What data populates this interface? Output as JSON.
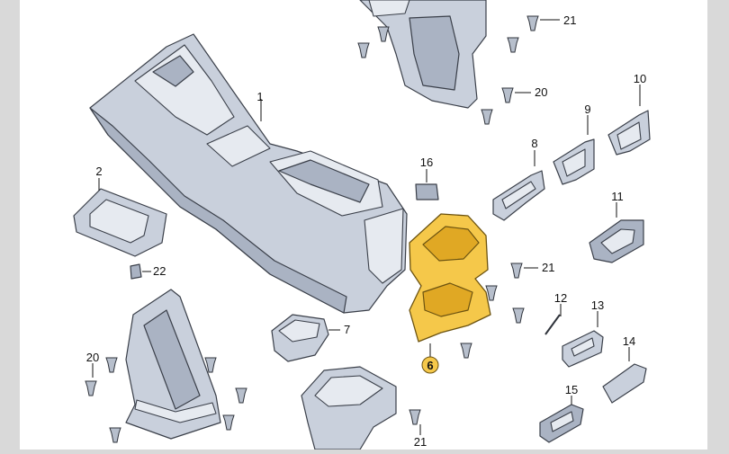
{
  "diagram": {
    "part_numbers": {
      "p1": "1",
      "p2": "2",
      "p6": "6",
      "p7": "7",
      "p8": "8",
      "p9": "9",
      "p10": "10",
      "p11": "11",
      "p12": "12",
      "p13": "13",
      "p14": "14",
      "p15": "15",
      "p16": "16",
      "p20a": "20",
      "p20b": "20",
      "p21a": "21",
      "p21b": "21",
      "p21c": "21",
      "p22": "22"
    },
    "highlighted_part": "6",
    "colors": {
      "background": "#d9d9d9",
      "panel": "#ffffff",
      "part_fill": "#c9d0dc",
      "highlight_fill": "#f5c84a"
    }
  }
}
